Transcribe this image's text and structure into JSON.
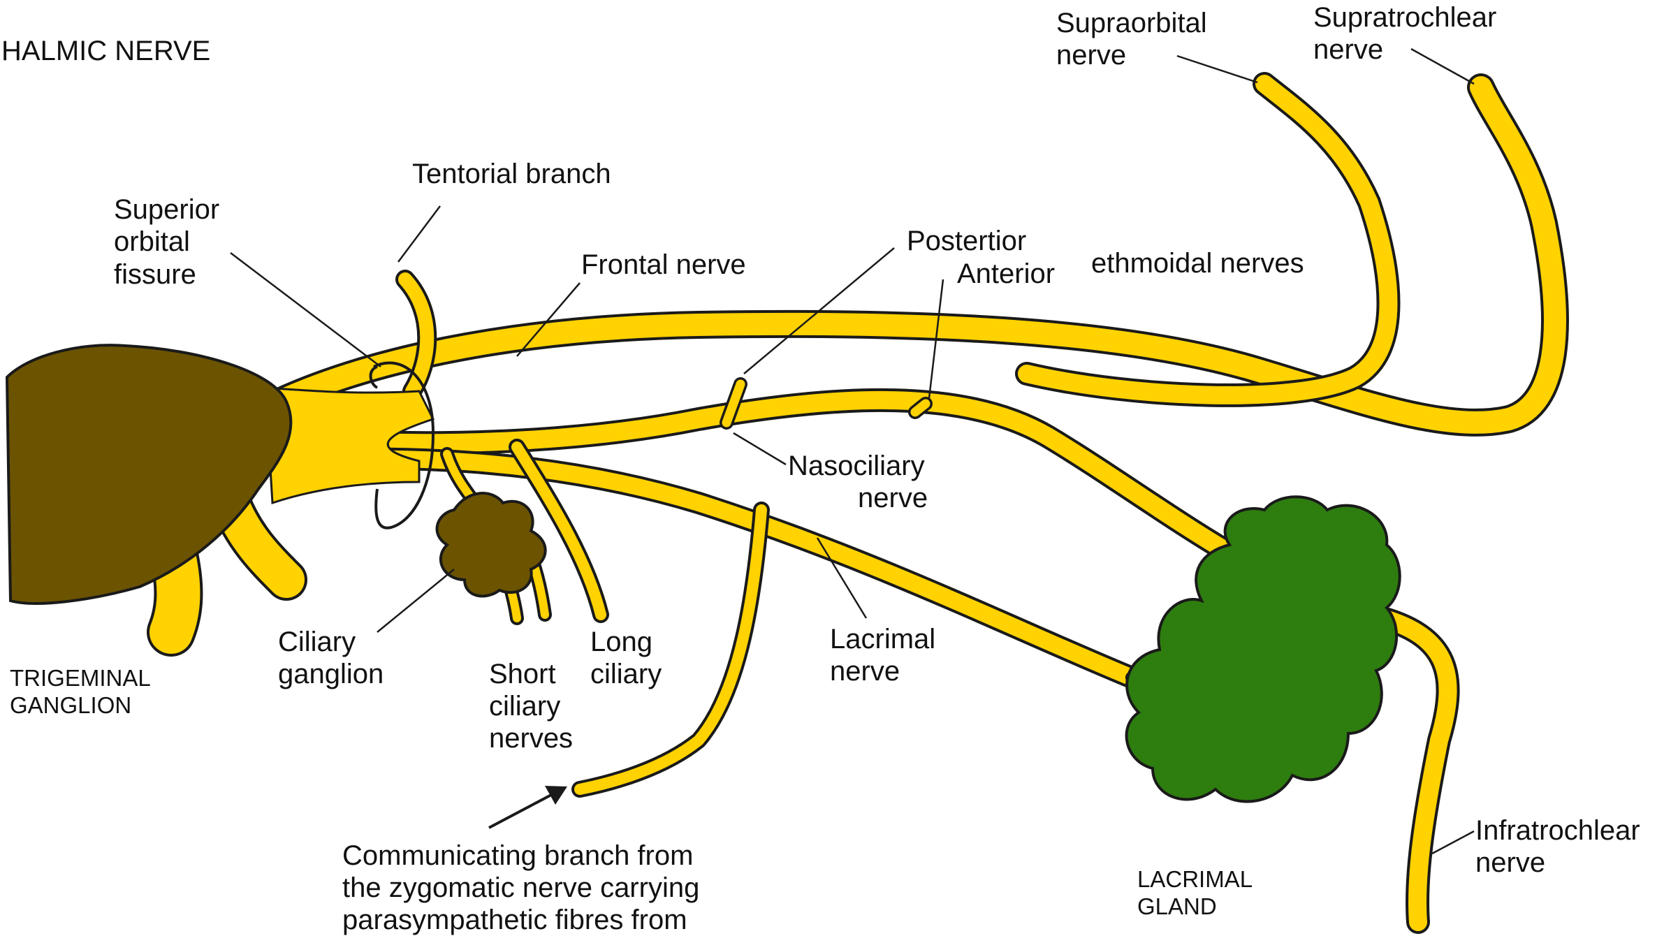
{
  "title": "HALMIC NERVE",
  "colors": {
    "nerve": "#FFD200",
    "outline": "#1a1a1a",
    "ganglion": "#6B5300",
    "ciliary_ganglion": "#6B5300",
    "lacrimal_gland": "#2E7D0F"
  },
  "labels": {
    "tentorial": "Tentorial branch",
    "sup_orbital_1": "Superior",
    "sup_orbital_2": "orbital",
    "sup_orbital_3": "fissure",
    "frontal": "Frontal nerve",
    "posterior": "Postertior",
    "anterior": "Anterior",
    "ethmoidal": "ethmoidal nerves",
    "supraorbital_1": "Supraorbital",
    "supraorbital_2": "nerve",
    "supratrochlear_1": "Supratrochlear",
    "supratrochlear_2": "nerve",
    "nasociliary_1": "Nasociliary",
    "nasociliary_2": "nerve",
    "lacrimal_nerve_1": "Lacrimal",
    "lacrimal_nerve_2": "nerve",
    "ciliary_ganglion_1": "Ciliary",
    "ciliary_ganglion_2": "ganglion",
    "long_ciliary_1": "Long",
    "long_ciliary_2": "ciliary",
    "short_ciliary_1": "Short",
    "short_ciliary_2": "ciliary",
    "short_ciliary_3": "nerves",
    "trigeminal_1": "TRIGEMINAL",
    "trigeminal_2": "GANGLION",
    "lacrimal_gland_1": "LACRIMAL",
    "lacrimal_gland_2": "GLAND",
    "infratrochlear_1": "Infratrochlear",
    "infratrochlear_2": "nerve",
    "communicating_1": "Communicating branch from",
    "communicating_2": "the zygomatic nerve carrying",
    "communicating_3": "parasympathetic fibres from"
  }
}
